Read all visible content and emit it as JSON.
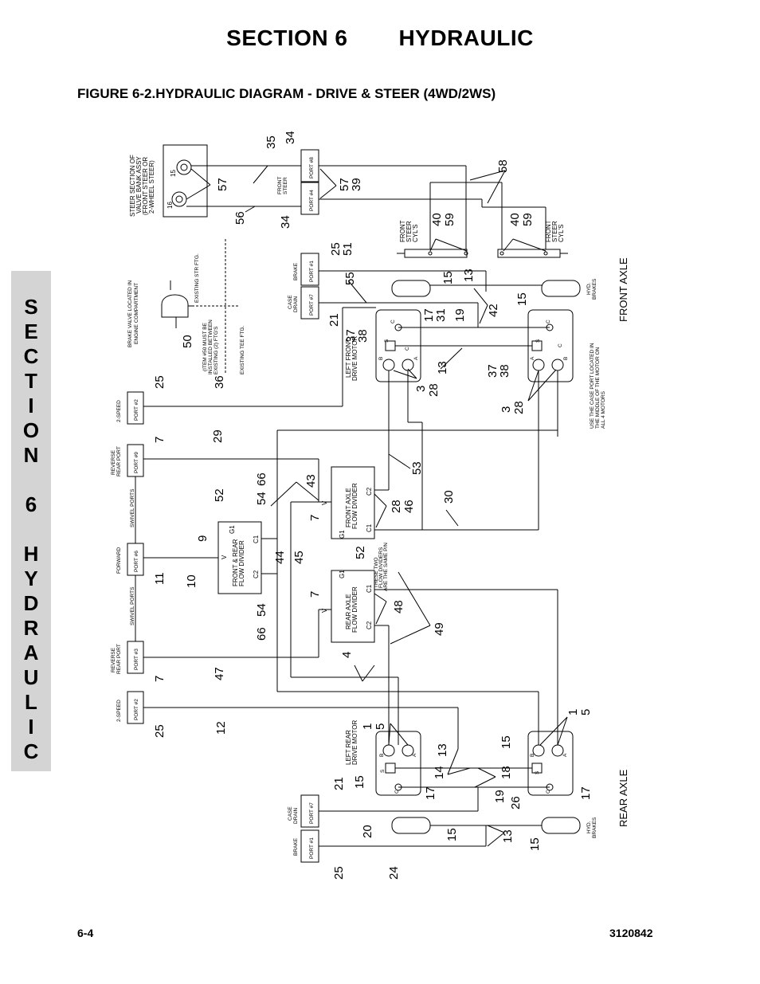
{
  "header": {
    "section": "SECTION 6",
    "title": "HYDRAULIC",
    "figure": "FIGURE 6-2.HYDRAULIC DIAGRAM - DRIVE & STEER (4WD/2WS)"
  },
  "side_tab": {
    "letters": [
      "S",
      "E",
      "C",
      "T",
      "I",
      "O",
      "N",
      "",
      "6",
      "",
      "H",
      "Y",
      "D",
      "R",
      "A",
      "U",
      "L",
      "I",
      "C"
    ]
  },
  "footer": {
    "page": "6-4",
    "doc": "3120842"
  },
  "diagram": {
    "labels": {
      "front_axle": "FRONT AXLE",
      "rear_axle": "REAR AXLE",
      "steer_section_1": "STEER SECTION OF",
      "steer_section_2": "VALVE BANK ASSY",
      "steer_section_3": "(FRONT STEER OR",
      "steer_section_4": "2-WHEEL STEER)",
      "brake_valve_1": "BRAKE VALVE LOCATED IN",
      "brake_valve_2": "ENGINE COMPARTMENT",
      "existing_str": "EXISTING STR FTG.",
      "existing_tee": "EXISTING TEE FTG.",
      "item50_1": "(ITEM #50 MUST BE",
      "item50_2": "INSTALLED BETWEEN",
      "item50_3": "EXISTING (2) FTG'S",
      "front_steer": "FRONT",
      "front_steer_2": "STEER",
      "front_steer_cyls_1": "FRONT",
      "front_steer_cyls_2": "STEER",
      "front_steer_cyls_3": "CYL'S",
      "brake": "BRAKE",
      "case_drain_1": "CASE",
      "case_drain_2": "DRAIN",
      "two_speed": "2-SPEED",
      "reverse_rear_port_1": "REVERSE",
      "reverse_rear_port_2": "REAR PORT",
      "swivel_ports": "SWIVEL PORTS",
      "forward": "FORWARD",
      "hyd_brakes_1": "HYD.",
      "hyd_brakes_2": "BRAKES",
      "left_front_motor_1": "LEFT FRONT",
      "left_front_motor_2": "DRIVE MOTOR",
      "left_rear_motor_1": "LEFT REAR",
      "left_rear_motor_2": "DRIVE MOTOR",
      "case_port_note_1": "USE THE CASE PORT LOCATED IN",
      "case_port_note_2": "THE MIDDLE OF THE MOTOR ON",
      "case_port_note_3": "ALL 4 MOTORS",
      "front_rear_fd_1": "FRONT & REAR",
      "front_rear_fd_2": "FLOW DIVIDER",
      "front_axle_fd_1": "FRONT AXLE",
      "front_axle_fd_2": "FLOW DIVIDER",
      "rear_axle_fd_1": "REAR AXLE",
      "rear_axle_fd_2": "FLOW DIVIDER",
      "these_two_1": "THESE TWO",
      "these_two_2": "FLOW DIVIDERS",
      "these_two_3": "ARE THE SAME P/N",
      "g1": "G1",
      "c1": "C1",
      "c2": "C2",
      "v": "V",
      "port_1": "PORT #1",
      "port_2": "PORT #2",
      "port_3": "PORT #3",
      "port_4": "PORT #4",
      "port_7": "PORT #7",
      "port_8": "PORT #8",
      "port_9": "PORT #9",
      "port_6": "PORT #6",
      "a": "A",
      "b": "B",
      "c": "C",
      "s": "S"
    },
    "callouts": {
      "n35": "35",
      "n34a": "34",
      "n57a": "57",
      "n56": "56",
      "n34b": "34",
      "n57b": "57",
      "n39": "39",
      "n58": "58",
      "n40a": "40",
      "n59a": "59",
      "n40b": "40",
      "n59b": "59",
      "n25a": "25",
      "n51": "51",
      "n55": "55",
      "n15a": "15",
      "n13a": "13",
      "n21a": "21",
      "n42": "42",
      "n15b": "15",
      "n17a": "17",
      "n31": "31",
      "n19a": "19",
      "n37a": "37",
      "n38a": "38",
      "n13b": "13",
      "n37b": "37",
      "n38b": "38",
      "n3a": "3",
      "n28a": "28",
      "n3b": "3",
      "n28b": "28",
      "n50": "50",
      "n25b": "25",
      "n36": "36",
      "n7a": "7",
      "n29": "29",
      "n52a": "52",
      "n54a": "54",
      "n66a": "66",
      "n43": "43",
      "n53": "53",
      "n9": "9",
      "n7b": "7",
      "n28c": "28",
      "n46": "46",
      "n30": "30",
      "n11": "11",
      "n10": "10",
      "n44": "44",
      "n45": "45",
      "n52b": "52",
      "n7c": "7",
      "n54b": "54",
      "n66b": "66",
      "n48": "48",
      "n49": "49",
      "n7d": "7",
      "n47": "47",
      "n4": "4",
      "n25c": "25",
      "n12": "12",
      "n1a": "1",
      "n5a": "5",
      "n13c": "13",
      "n15c": "15",
      "n14": "14",
      "n18": "18",
      "n1b": "1",
      "n5b": "5",
      "n15d": "15",
      "n21b": "21",
      "n17b": "17",
      "n19b": "19",
      "n26": "26",
      "n17c": "17",
      "n20": "20",
      "n15e": "15",
      "n13d": "13",
      "n15f": "15",
      "n25d": "25",
      "n24": "24",
      "n15g": "15",
      "n16": "16",
      "n15h": "15"
    }
  }
}
